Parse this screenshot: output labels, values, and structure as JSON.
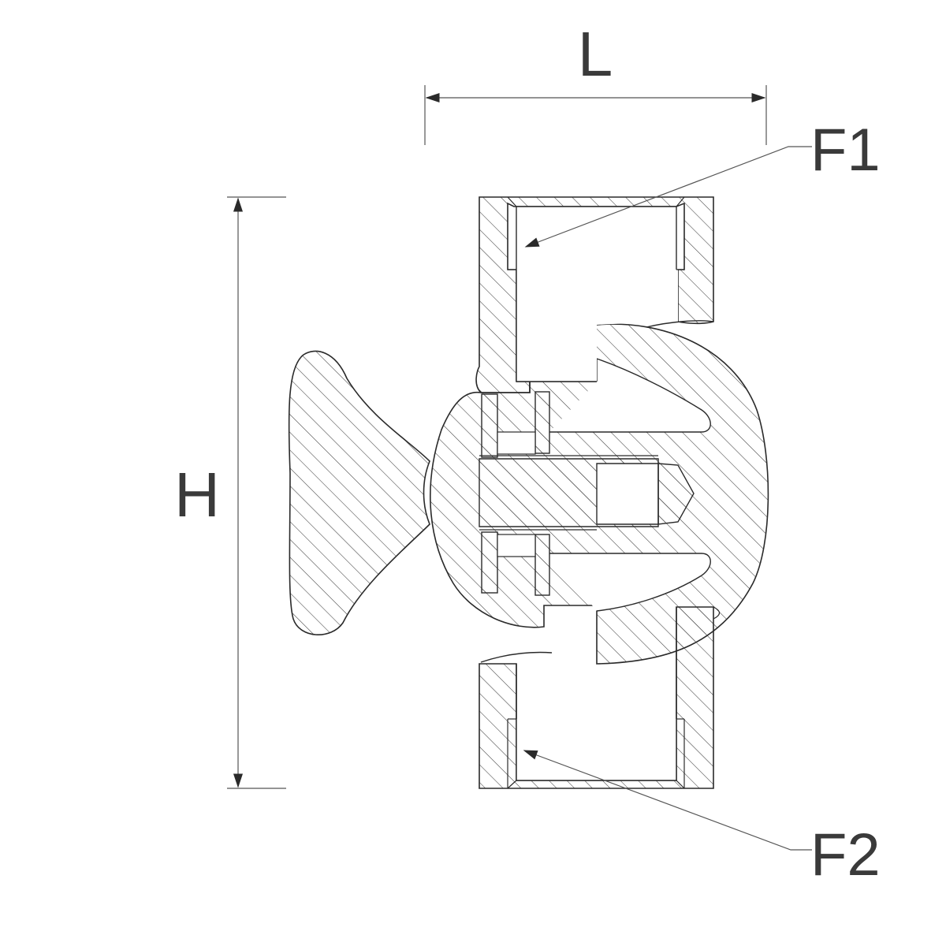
{
  "dimensions": {
    "length_label": "L",
    "height_label": "H"
  },
  "callouts": {
    "port1_label": "F1",
    "port2_label": "F2"
  },
  "colors": {
    "line": "#2a2a2a",
    "leader": "#555555",
    "hatch": "#404040",
    "text": "#3a3a3a",
    "background": "#ffffff"
  }
}
